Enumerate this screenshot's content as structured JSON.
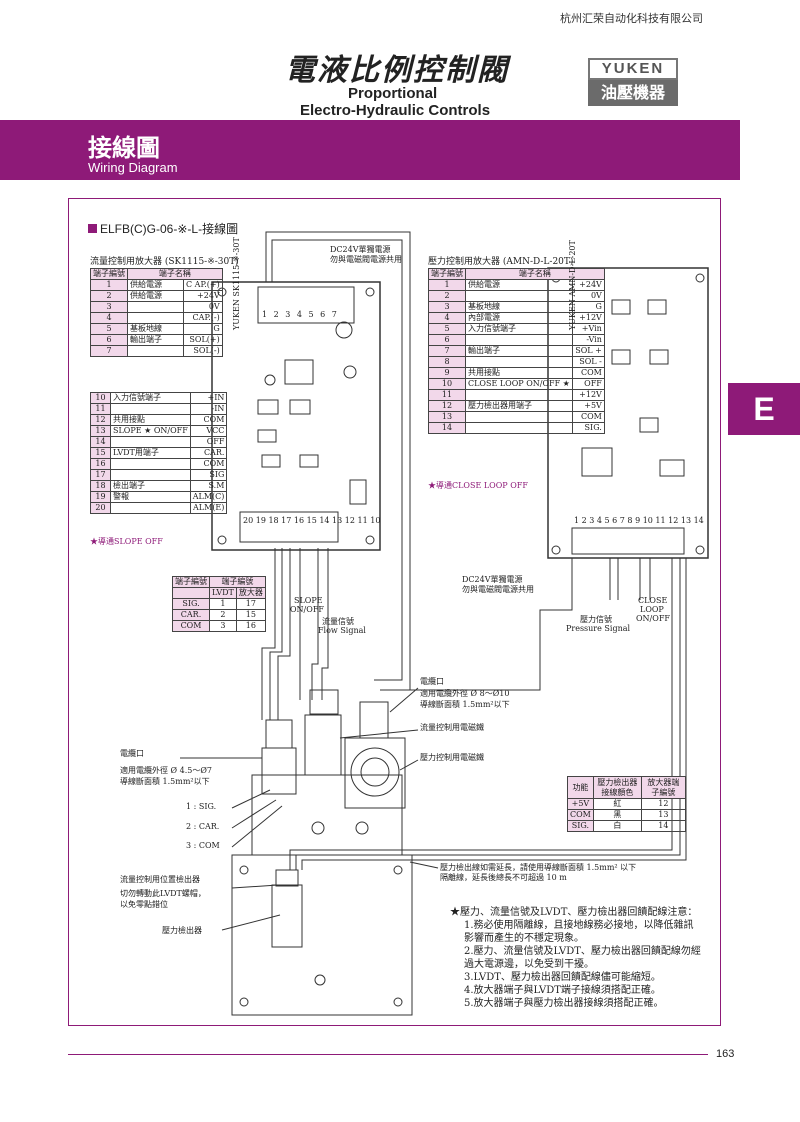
{
  "header": {
    "company": "杭州汇荣自动化科技有限公司",
    "title_zh": "電液比例控制閥",
    "title_en1": "Proportional",
    "title_en2": "Electro-Hydraulic Controls",
    "logo_top": "YUKEN",
    "logo_bottom": "油壓機器"
  },
  "banner": {
    "title_zh": "接線圖",
    "title_en": "Wiring Diagram"
  },
  "side_tab": "E",
  "section_title": "ELFB(C)G-06-※-L-接線圖",
  "flow_amp": {
    "title": "流量控制用放大器 (SK1115-※-30T)",
    "header": [
      "端子編號",
      "端子名稱"
    ],
    "rows1": [
      [
        "1",
        "供給電源",
        "C AP.(+)"
      ],
      [
        "2",
        "",
        "+24V"
      ],
      [
        "3",
        "",
        "0V"
      ],
      [
        "4",
        "",
        "CAP.(-)"
      ],
      [
        "5",
        "基板地線",
        "G"
      ],
      [
        "6",
        "輸出端子",
        "SOL(+)"
      ],
      [
        "7",
        "",
        "SOL(-)"
      ]
    ],
    "rows2": [
      [
        "10",
        "入力信號端子",
        "+IN"
      ],
      [
        "11",
        "",
        "-IN"
      ],
      [
        "12",
        "共用接點",
        "COM"
      ],
      [
        "13",
        "SLOPE ★ ON/OFF",
        "VCC"
      ],
      [
        "14",
        "",
        "OFF"
      ],
      [
        "15",
        "LVDT用端子",
        "CAR."
      ],
      [
        "16",
        "",
        "COM"
      ],
      [
        "17",
        "",
        "SIG"
      ],
      [
        "18",
        "檢出端子",
        "S.M"
      ],
      [
        "19",
        "警報",
        "ALM(C)"
      ],
      [
        "20",
        "",
        "ALM(E)"
      ]
    ],
    "note": "★導通SLOPE OFF",
    "board_brand": "YUKEN SK1115-※-30T",
    "terminal_numbers": "20 19 18 17 16 15 14 13 12 11 10",
    "top_terminal_numbers": "1 2 3 4 5 6 7"
  },
  "pressure_amp": {
    "title": "壓力控制用放大器 (AMN-D-L-20T)",
    "header": [
      "端子編號",
      "端子名稱"
    ],
    "rows": [
      [
        "1",
        "供給電源",
        "+24V"
      ],
      [
        "2",
        "",
        "0V"
      ],
      [
        "3",
        "基板地線",
        "G"
      ],
      [
        "4",
        "內部電源",
        "+12V"
      ],
      [
        "5",
        "入力信號端子",
        "+Vin"
      ],
      [
        "6",
        "",
        "-Vin"
      ],
      [
        "7",
        "輸出端子",
        "SOL +"
      ],
      [
        "8",
        "",
        "SOL -"
      ],
      [
        "9",
        "共用接點",
        "COM"
      ],
      [
        "10",
        "CLOSE LOOP ON/OFF ★",
        "OFF"
      ],
      [
        "11",
        "",
        "+12V"
      ],
      [
        "12",
        "壓力檢出器用端子",
        "+5V"
      ],
      [
        "13",
        "",
        "COM"
      ],
      [
        "14",
        "",
        "SIG."
      ]
    ],
    "note": "★導通CLOSE LOOP OFF",
    "board_brand": "YUKEN AMN-D-L-20T",
    "terminal_numbers": "1 2 3 4 5 6 7 8 9 10 11 12 13 14"
  },
  "terminal_table": {
    "header": [
      "端子編號",
      "端子編號"
    ],
    "sub": [
      "LVDT",
      "放大器"
    ],
    "rows": [
      [
        "SIG.",
        "1",
        "17"
      ],
      [
        "CAR.",
        "2",
        "15"
      ],
      [
        "COM",
        "3",
        "16"
      ]
    ]
  },
  "color_table": {
    "header": [
      "功能",
      "壓力檢出器接線顏色",
      "放大器端子編號"
    ],
    "rows": [
      [
        "+5V",
        "紅",
        "12"
      ],
      [
        "COM",
        "黑",
        "13"
      ],
      [
        "SIG.",
        "白",
        "14"
      ]
    ]
  },
  "labels": {
    "dc24v_top": "DC24V單獨電源",
    "dc24v_top2": "勿與電磁閥電源共用",
    "dc24v_right": "DC24V單獨電源",
    "dc24v_right2": "勿與電磁閥電源共用",
    "slope": "SLOPE",
    "slope2": "ON/OFF",
    "flow_signal_zh": "流量信號",
    "flow_signal_en": "Flow Signal",
    "pressure_signal_zh": "壓力信號",
    "pressure_signal_en": "Pressure Signal",
    "close_loop": "CLOSE",
    "close_loop2": "LOOP",
    "close_loop3": "ON/OFF",
    "cable_top": "電纜口",
    "cable_top2": "適用電纜外徑 Ø 8～Ø10",
    "cable_top3": "導線斷面積 1.5mm²以下",
    "flow_sol": "流量控制用電磁鐵",
    "pres_sol": "壓力控制用電磁鐵",
    "cable_left": "電纜口",
    "cable_left2": "適用電纜外徑 Ø 4.5～Ø7",
    "cable_left3": "導線斷面積 1.5mm²以下",
    "sig1": "1 : SIG.",
    "sig2": "2 : CAR.",
    "sig3": "3 : COM",
    "lvdt": "流量控制用位置檢出器",
    "lvdt2": "切勿轉動此LVDT螺帽，",
    "lvdt3": "以免零點錯位",
    "pdet": "壓力檢出器",
    "ext1": "壓力檢出線如需延長，請使用導線斷面積 1.5mm² 以下",
    "ext2": "隔離線，延長後總長不可超過 10 m"
  },
  "notes": [
    "★壓力、流量信號及LVDT、壓力檢出器回饋配線注意：",
    "1.務必使用隔離線，且接地線務必接地，以降低雜訊",
    "   影響而產生的不穩定現象。",
    "2.壓力、流量信號及LVDT、壓力檢出器回饋配線勿經",
    "   過大電源邊，以免受到干擾。",
    "3.LVDT、壓力檢出器回饋配線儘可能縮短。",
    "4.放大器端子與LVDT端子接線須搭配正確。",
    "5.放大器端子與壓力檢出器接線須搭配正確。"
  ],
  "page_number": "163",
  "colors": {
    "accent": "#8e1a78",
    "table_header": "#f2d8ea"
  }
}
